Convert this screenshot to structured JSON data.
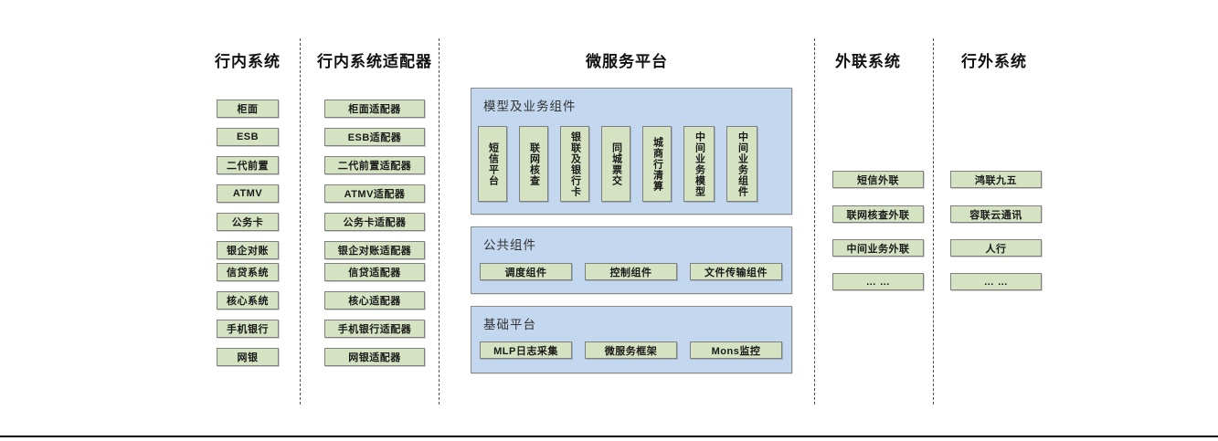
{
  "diagram": {
    "title_bar": null,
    "columns": [
      {
        "id": "in-bank-systems",
        "header": "行内系统",
        "nodes": [
          "柜面",
          "ESB",
          "二代前置",
          "ATMV",
          "公务卡",
          "银企对账",
          "信贷系统",
          "核心系统",
          "手机银行",
          "网银"
        ]
      },
      {
        "id": "in-bank-adapters",
        "header": "行内系统适配器",
        "nodes": [
          "柜面适配器",
          "ESB适配器",
          "二代前置适配器",
          "ATMV适配器",
          "公务卡适配器",
          "银企对账适配器",
          "信贷适配器",
          "核心适配器",
          "手机银行适配器",
          "网银适配器"
        ]
      },
      {
        "id": "microservice-platform",
        "header": "微服务平台",
        "panels": [
          {
            "id": "model-business-components",
            "title": "模型及业务组件",
            "orientation": "vertical",
            "nodes": [
              "短信平台",
              "联网核查",
              "银联及银行卡",
              "同城票交",
              "城商行清算",
              "中间业务模型",
              "中间业务组件"
            ]
          },
          {
            "id": "public-components",
            "title": "公共组件",
            "orientation": "horizontal",
            "nodes": [
              "调度组件",
              "控制组件",
              "文件传输组件"
            ]
          },
          {
            "id": "base-platform",
            "title": "基础平台",
            "orientation": "horizontal",
            "nodes": [
              "MLP日志采集",
              "微服务框架",
              "Mons监控"
            ]
          }
        ]
      },
      {
        "id": "external-link-systems",
        "header": "外联系统",
        "nodes": [
          "短信外联",
          "联网核查外联",
          "中间业务外联",
          "… …"
        ]
      },
      {
        "id": "outside-bank-systems",
        "header": "行外系统",
        "nodes": [
          "鸿联九五",
          "容联云通讯",
          "人行",
          "… …"
        ]
      }
    ],
    "colors": {
      "node_fill": "#d6e3c3",
      "node_border": "#7f7f7f",
      "panel_fill": "#c3d8ef",
      "panel_border": "#8a8a8a",
      "divider": "#4d4d4d",
      "text": "#1a1a1a",
      "panel_title_text": "#333333",
      "background": "#ffffff"
    }
  }
}
